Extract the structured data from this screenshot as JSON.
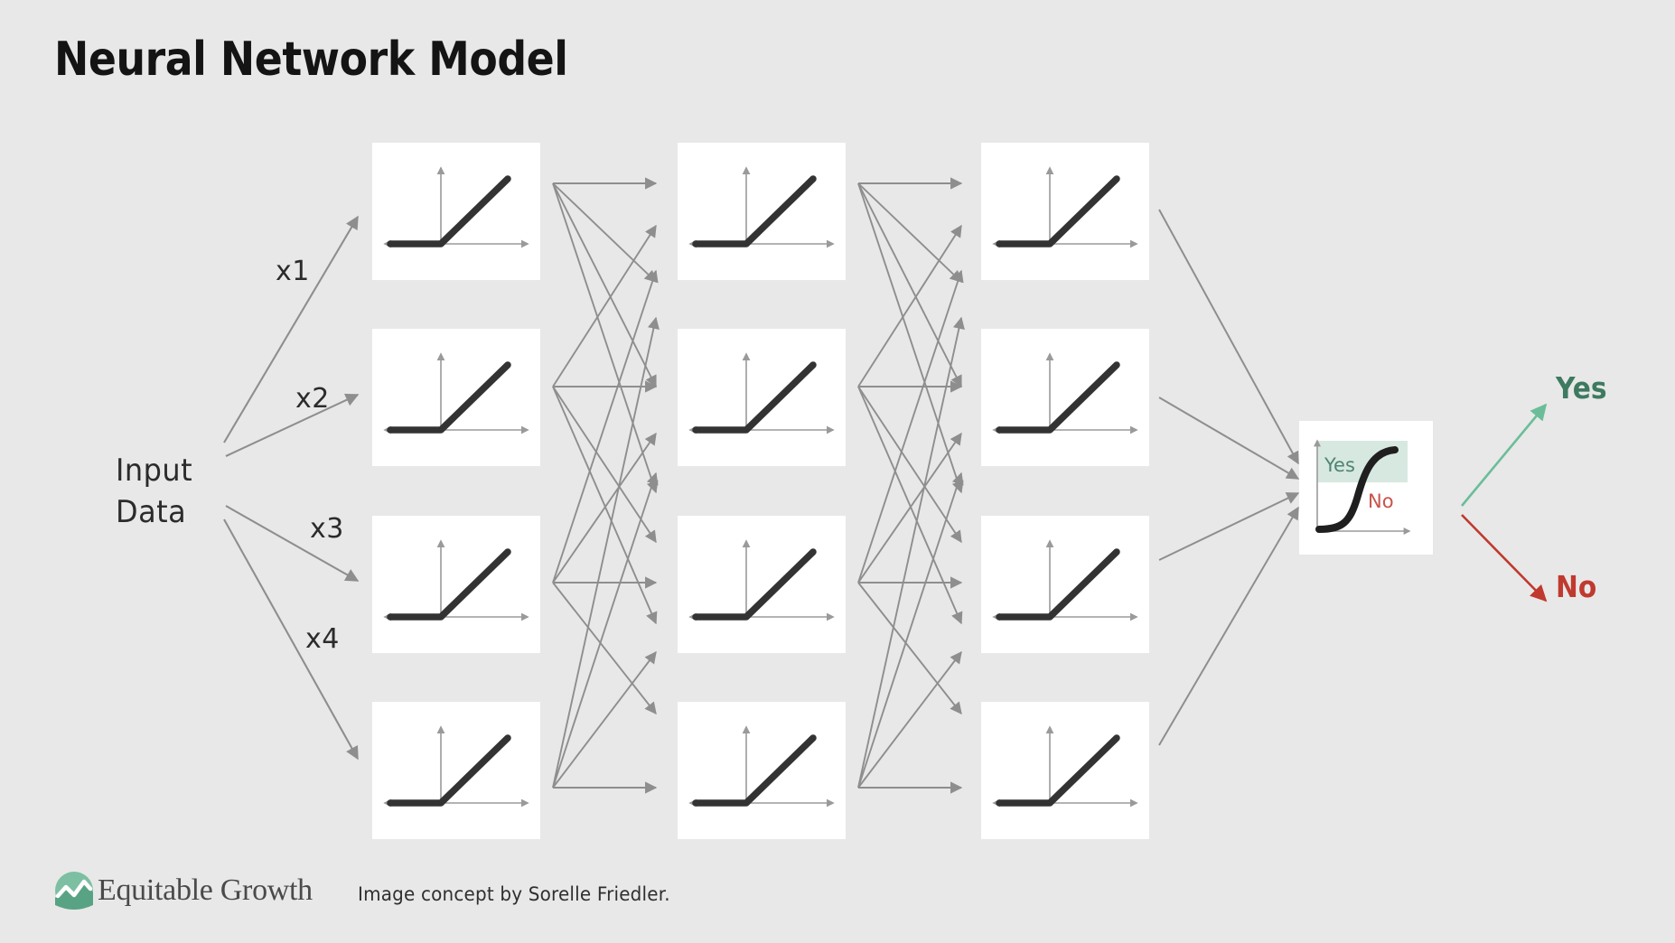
{
  "page": {
    "title": "Neural Network Model",
    "background_color": "#e8e8e8"
  },
  "input": {
    "label_line1": "Input",
    "label_line2": "Data",
    "weights": [
      {
        "label": "x1"
      },
      {
        "label": "x2"
      },
      {
        "label": "x3"
      },
      {
        "label": "x4"
      }
    ]
  },
  "layers": [
    {
      "name": "hidden-layer-1",
      "activation": "relu",
      "node_count": 4,
      "nodes": [
        {
          "activation_label": "ReLU"
        },
        {
          "activation_label": "ReLU"
        },
        {
          "activation_label": "ReLU"
        },
        {
          "activation_label": "ReLU"
        }
      ]
    },
    {
      "name": "hidden-layer-2",
      "activation": "relu",
      "node_count": 4,
      "nodes": [
        {
          "activation_label": "ReLU"
        },
        {
          "activation_label": "ReLU"
        },
        {
          "activation_label": "ReLU"
        },
        {
          "activation_label": "ReLU"
        }
      ]
    },
    {
      "name": "hidden-layer-3",
      "activation": "relu",
      "node_count": 4,
      "nodes": [
        {
          "activation_label": "ReLU"
        },
        {
          "activation_label": "ReLU"
        },
        {
          "activation_label": "ReLU"
        },
        {
          "activation_label": "ReLU"
        }
      ]
    }
  ],
  "output": {
    "activation": "sigmoid",
    "inside_labels": {
      "yes": "Yes",
      "no": "No"
    },
    "decisions": [
      {
        "label": "Yes",
        "color": "#3d7a60"
      },
      {
        "label": "No",
        "color": "#c0392f"
      }
    ]
  },
  "colors": {
    "background": "#e8e8e8",
    "node_fill": "#ffffff",
    "axis_gray": "#9a9a9a",
    "curve_dark": "#333333",
    "wire_gray": "#8e8e8e",
    "yes_text": "#4d8572",
    "yes_band": "#d7e8e0",
    "no_text": "#c9534a",
    "yes_arrow": "#6bbd9a",
    "no_arrow": "#c0392f",
    "title_text": "#141414",
    "logo_green": "#5fae8e"
  },
  "footer": {
    "logo_text": "Equitable Growth",
    "credit": "Image concept by Sorelle Friedler."
  }
}
